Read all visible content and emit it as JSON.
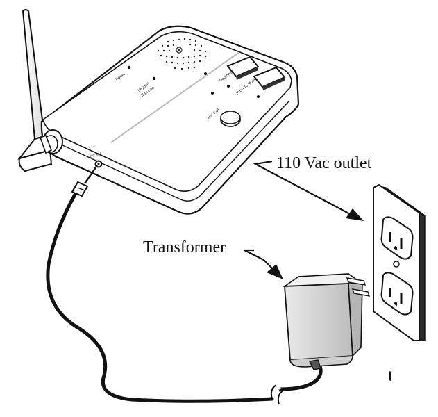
{
  "labels": {
    "outlet": "110 Vac outlet",
    "transformer": "Transformer"
  },
  "device": {
    "power_label": "Power",
    "keypad_label_1": "Keypad",
    "keypad_label_2": "Batt Low",
    "button_1_label": "Door/Intercom Mute",
    "button_2_label": "Push To Monitor/Talk",
    "test_button_label": "Test Call",
    "dc_jack_label": "DC 9V",
    "dc_polarity": "- ◦ +"
  },
  "colors": {
    "ink": "#111111",
    "device_fill": "#ffffff",
    "adapter_fill": "#d9d9d9",
    "outlet_shadow": "#2a2a2a"
  }
}
